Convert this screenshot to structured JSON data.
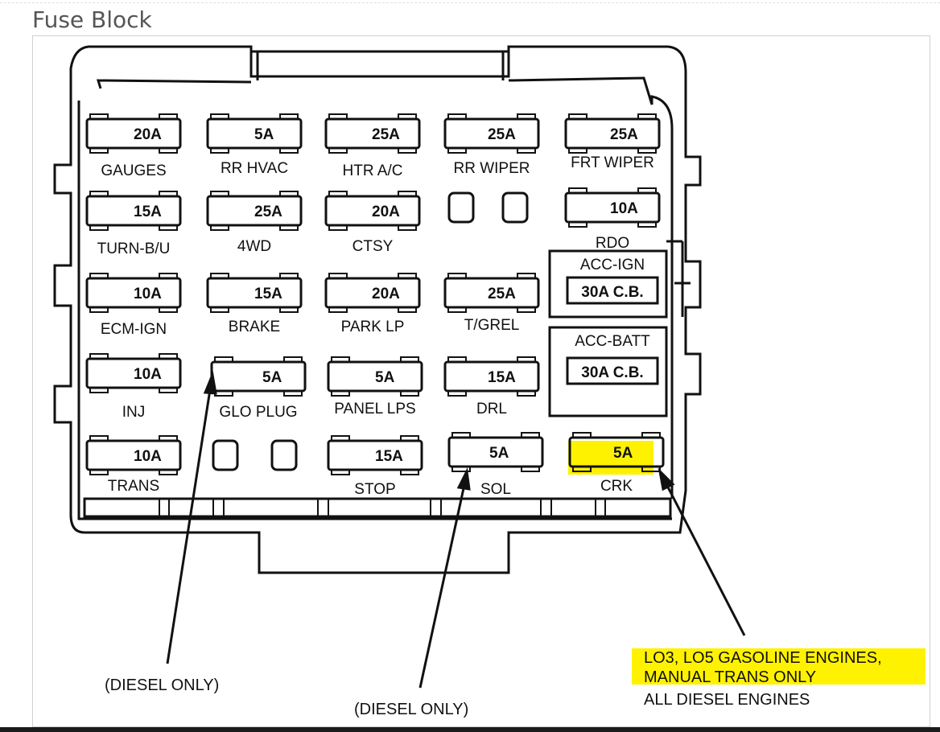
{
  "page": {
    "title": "Fuse Block"
  },
  "fuses": [
    {
      "id": "f1",
      "amp": "20A",
      "label": "GAUGES"
    },
    {
      "id": "f2",
      "amp": "5A",
      "label": "RR HVAC"
    },
    {
      "id": "f3",
      "amp": "25A",
      "label": "HTR A/C"
    },
    {
      "id": "f4",
      "amp": "25A",
      "label": "RR WIPER"
    },
    {
      "id": "f5",
      "amp": "25A",
      "label": "FRT WIPER"
    },
    {
      "id": "f6",
      "amp": "15A",
      "label": "TURN-B/U"
    },
    {
      "id": "f7",
      "amp": "25A",
      "label": "4WD"
    },
    {
      "id": "f8",
      "amp": "20A",
      "label": "CTSY"
    },
    {
      "id": "f9",
      "amp": "10A",
      "label": "RDO"
    },
    {
      "id": "f10",
      "amp": "10A",
      "label": "ECM-IGN"
    },
    {
      "id": "f11",
      "amp": "15A",
      "label": "BRAKE"
    },
    {
      "id": "f12",
      "amp": "20A",
      "label": "PARK LP"
    },
    {
      "id": "f13",
      "amp": "25A",
      "label": "T/GREL"
    },
    {
      "id": "f14",
      "amp": "10A",
      "label": "INJ"
    },
    {
      "id": "f15",
      "amp": "5A",
      "label": "GLO PLUG"
    },
    {
      "id": "f16",
      "amp": "5A",
      "label": "PANEL LPS"
    },
    {
      "id": "f17",
      "amp": "15A",
      "label": "DRL"
    },
    {
      "id": "f18",
      "amp": "10A",
      "label": "TRANS"
    },
    {
      "id": "f19",
      "amp": "15A",
      "label": "STOP"
    },
    {
      "id": "f20",
      "amp": "5A",
      "label": "SOL"
    },
    {
      "id": "f21",
      "amp": "5A",
      "label": "CRK"
    }
  ],
  "breakers": [
    {
      "id": "cb1",
      "amp": "30A C.B.",
      "label": "ACC-IGN"
    },
    {
      "id": "cb2",
      "amp": "30A C.B.",
      "label": "ACC-BATT"
    }
  ],
  "notes": {
    "diesel_only_1": "(DIESEL ONLY)",
    "diesel_only_2": "(DIESEL ONLY)",
    "crk_line1": "LO3, LO5 GASOLINE ENGINES,",
    "crk_line2": "MANUAL TRANS ONLY",
    "crk_line3": "ALL DIESEL ENGINES"
  },
  "colors": {
    "highlight": "#fff200",
    "ink": "#111111"
  }
}
